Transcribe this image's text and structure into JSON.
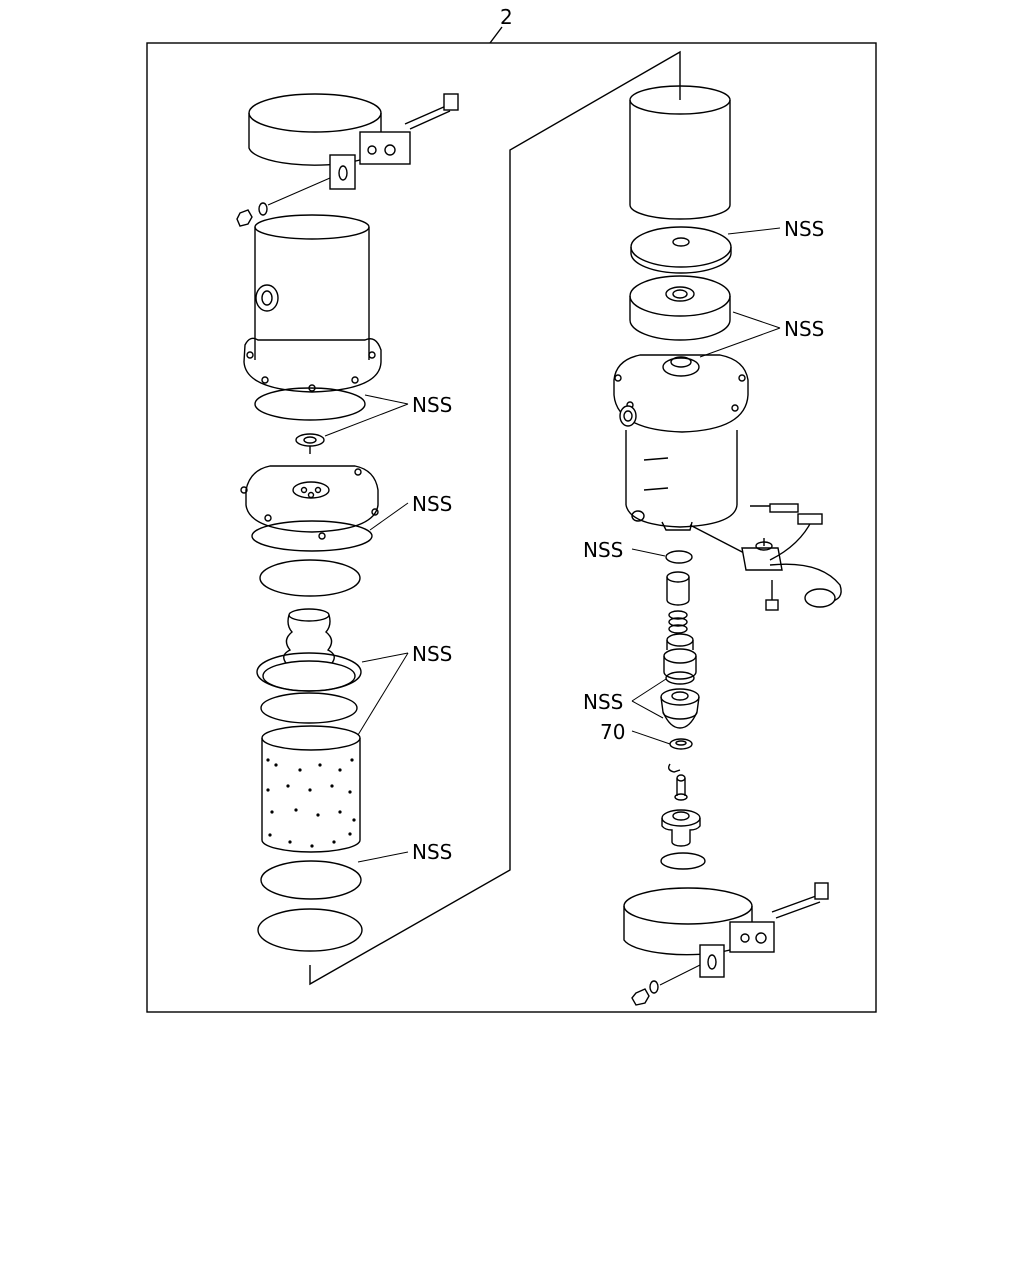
{
  "callouts": {
    "assembly": "2",
    "nss": "NSS",
    "part70": "70"
  }
}
